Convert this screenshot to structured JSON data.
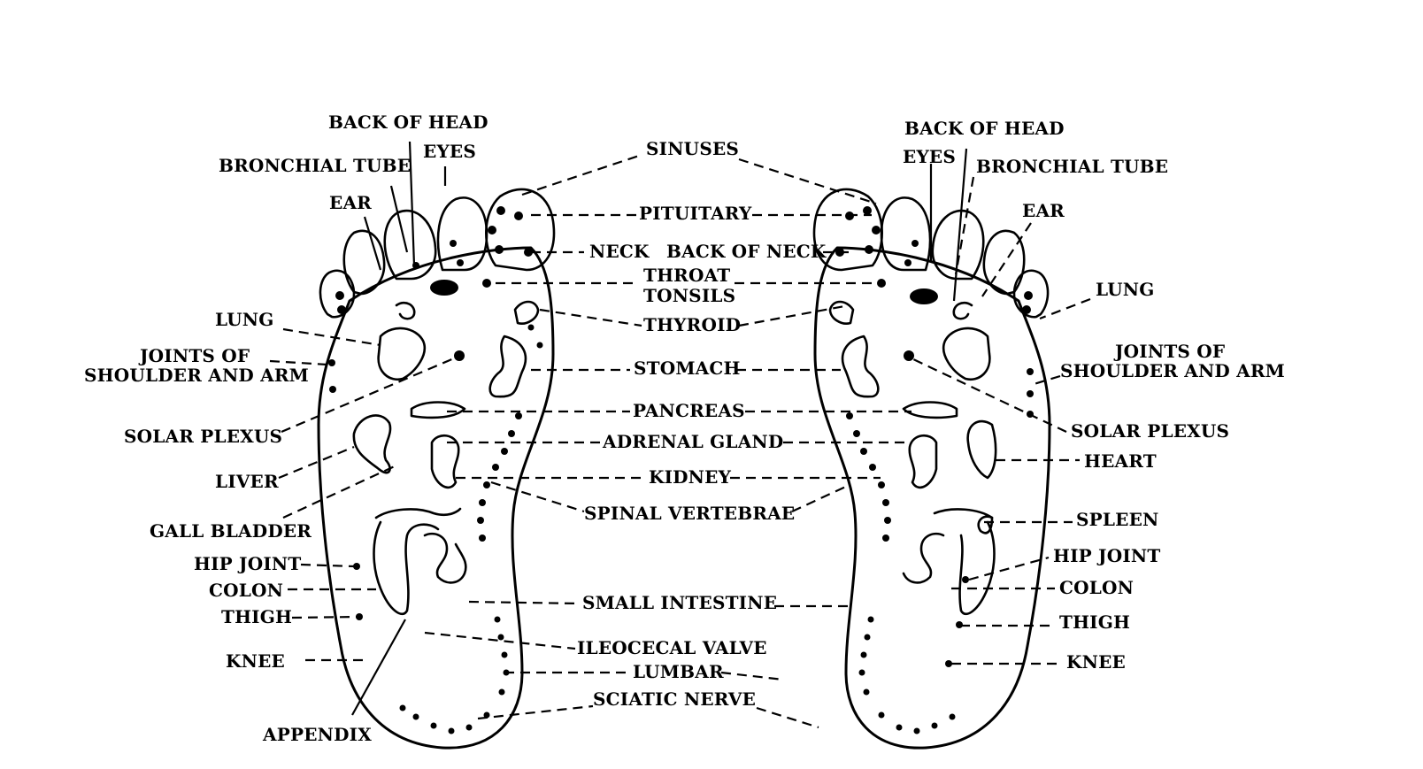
{
  "labels": {
    "back_of_head": "BACK OF HEAD",
    "eyes": "EYES",
    "bronchial_tube": "BRONCHIAL TUBE",
    "ear": "EAR",
    "lung": "LUNG",
    "joints_of": "JOINTS OF",
    "shoulder_and_arm": "SHOULDER AND ARM",
    "solar_plexus": "SOLAR PLEXUS",
    "liver": "LIVER",
    "gall_bladder": "GALL BLADDER",
    "hip_joint": "HIP JOINT",
    "colon": "COLON",
    "thigh": "THIGH",
    "knee": "KNEE",
    "appendix": "APPENDIX",
    "sinuses": "SINUSES",
    "pituitary": "PITUITARY",
    "neck": "NECK",
    "back_of_neck": "BACK OF NECK",
    "throat": "THROAT",
    "tonsils": "TONSILS",
    "thyroid": "THYROID",
    "stomach": "STOMACH",
    "pancreas": "PANCREAS",
    "adrenal_gland": "ADRENAL GLAND",
    "kidney": "KIDNEY",
    "spinal_vertebrae": "SPINAL VERTEBRAE",
    "small_intestine": "SMALL INTESTINE",
    "ileocecal_valve": "ILEOCECAL VALVE",
    "lumbar": "LUMBAR",
    "sciatic_nerve": "SCIATIC NERVE",
    "heart": "HEART",
    "spleen": "SPLEEN"
  },
  "colors": {
    "ink": "#000000",
    "paper": "#ffffff"
  }
}
